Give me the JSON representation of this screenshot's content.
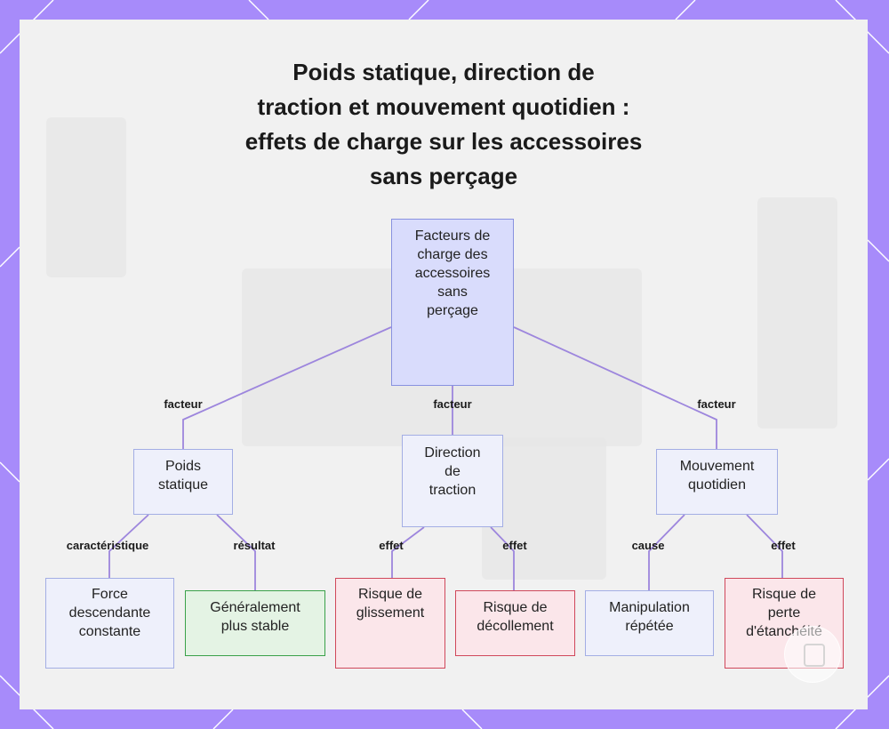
{
  "title_lines": [
    "Poids statique, direction de",
    "traction et mouvement quotidien :",
    "effets de charge sur les accessoires",
    "sans perçage"
  ],
  "root": {
    "lines": [
      "Facteurs de",
      "charge des",
      "accessoires",
      "sans",
      "perçage"
    ]
  },
  "factors": [
    {
      "lines": [
        "Poids",
        "statique"
      ],
      "edge": "facteur"
    },
    {
      "lines": [
        "Direction",
        "de",
        "traction"
      ],
      "edge": "facteur"
    },
    {
      "lines": [
        "Mouvement",
        "quotidien"
      ],
      "edge": "facteur"
    }
  ],
  "leaves": [
    {
      "lines": [
        "Force",
        "descendante",
        "constante"
      ],
      "edge": "caractéristique",
      "style": "blue"
    },
    {
      "lines": [
        "Généralement",
        "plus stable"
      ],
      "edge": "résultat",
      "style": "green"
    },
    {
      "lines": [
        "Risque de",
        "glissement"
      ],
      "edge": "effet",
      "style": "red"
    },
    {
      "lines": [
        "Risque de",
        "décollement"
      ],
      "edge": "effet",
      "style": "red"
    },
    {
      "lines": [
        "Manipulation",
        "répétée"
      ],
      "edge": "cause",
      "style": "blue"
    },
    {
      "lines": [
        "Risque de",
        "perte",
        "d'étanchéité"
      ],
      "edge": "effet",
      "style": "red"
    }
  ],
  "colors": {
    "frame": "#a78bfa",
    "connector": "#9d86dd",
    "root_fill": "#d9dcfc",
    "red_border": "#d0485b",
    "green_border": "#3aa14a"
  }
}
